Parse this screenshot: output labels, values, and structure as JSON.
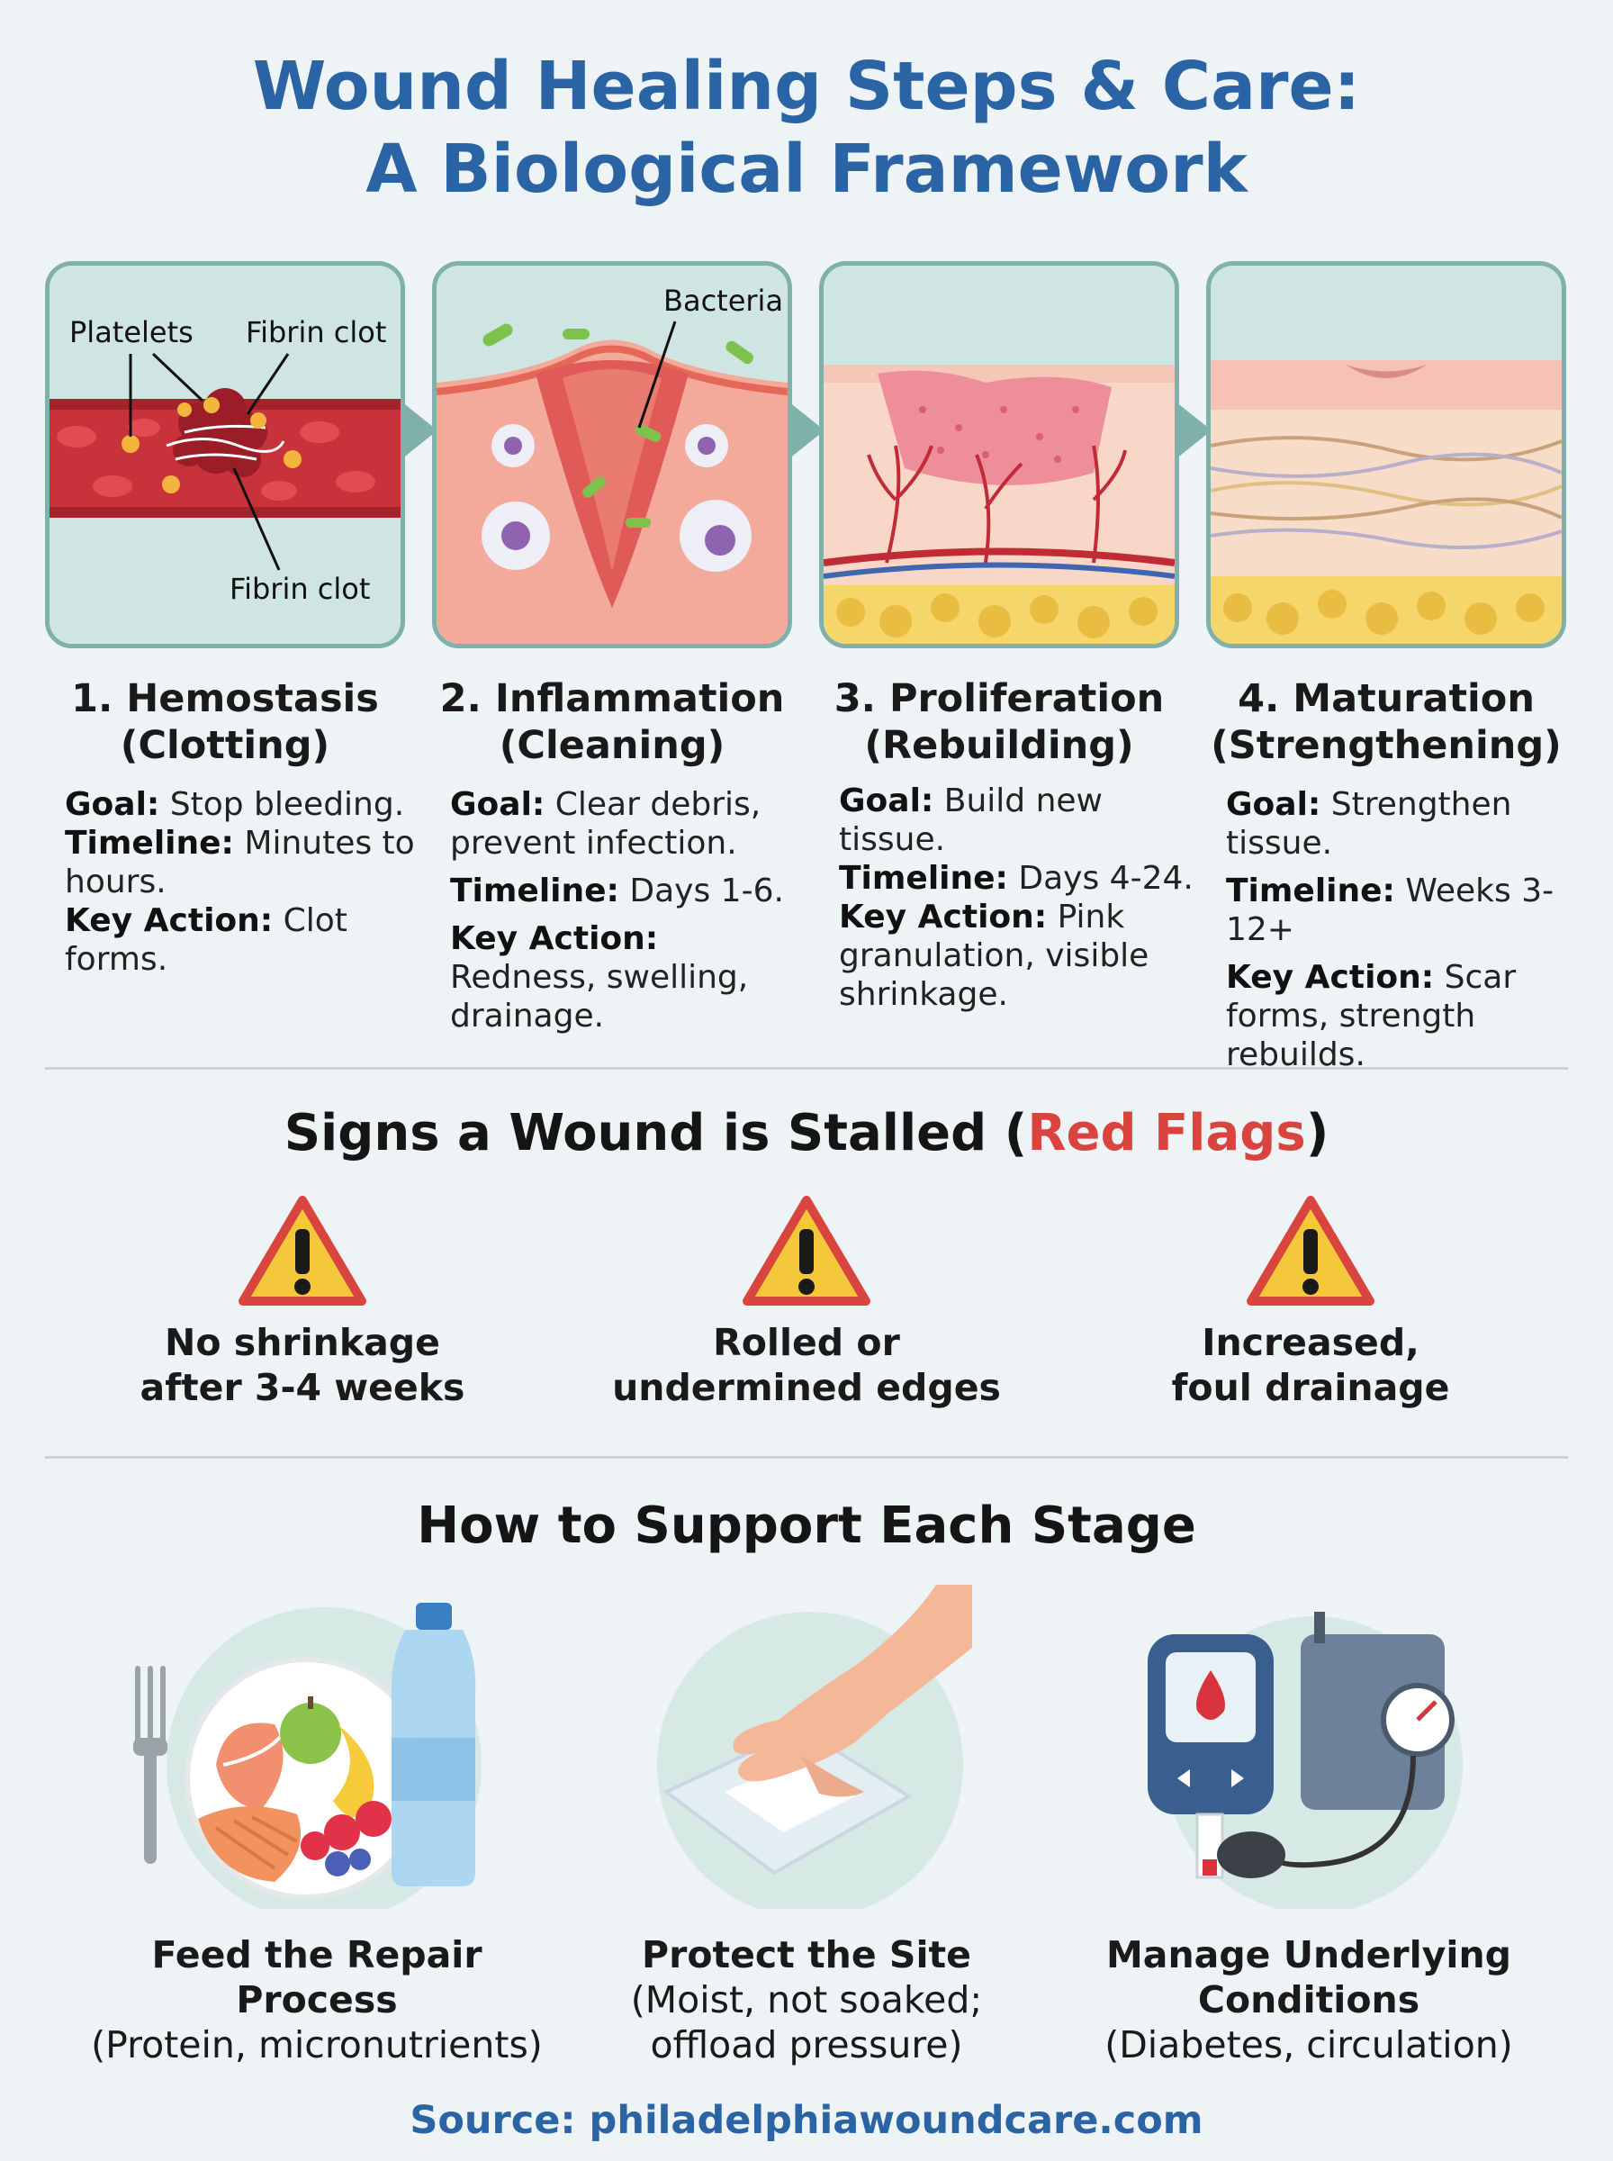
{
  "title": {
    "line1": "Wound Healing Steps & Care:",
    "line2": "A Biological Framework"
  },
  "panels": {
    "hemostasis_labels": {
      "platelets": "Platelets",
      "fibrin_top": "Fibrin clot",
      "fibrin_bottom": "Fibrin clot"
    },
    "inflammation_labels": {
      "bacteria": "Bacteria"
    }
  },
  "stages": [
    {
      "title1": "1. Hemostasis",
      "title2": "(Clotting)",
      "goal_label": "Goal:",
      "goal": " Stop bleeding.",
      "timeline_label": "Timeline:",
      "timeline": " Minutes to hours.",
      "action_label": "Key Action:",
      "action": " Clot forms."
    },
    {
      "title1": "2. Inflammation",
      "title2": "(Cleaning)",
      "goal_label": "Goal:",
      "goal": " Clear debris, prevent infection.",
      "timeline_label": "Timeline:",
      "timeline": " Days 1-6.",
      "action_label": "Key Action:",
      "action": " Redness, swelling, drainage."
    },
    {
      "title1": "3. Proliferation",
      "title2": "(Rebuilding)",
      "goal_label": "Goal:",
      "goal": " Build new tissue.",
      "timeline_label": "Timeline:",
      "timeline": " Days 4-24.",
      "action_label": "Key Action:",
      "action": " Pink granulation, visible shrinkage."
    },
    {
      "title1": "4. Maturation",
      "title2": "(Strengthening)",
      "goal_label": "Goal:",
      "goal": " Strengthen tissue.",
      "timeline_label": "Timeline:",
      "timeline": " Weeks 3-12+",
      "action_label": "Key Action:",
      "action": " Scar forms, strength rebuilds."
    }
  ],
  "red_flags": {
    "title_prefix": "Signs a Wound is Stalled (",
    "title_highlight": "Red Flags",
    "title_suffix": ")",
    "highlight_color": "#d9443f",
    "items": [
      {
        "line1": "No shrinkage",
        "line2": "after 3-4 weeks",
        "icon": "warning-icon"
      },
      {
        "line1": "Rolled or",
        "line2": "undermined edges",
        "icon": "warning-icon"
      },
      {
        "line1": "Increased,",
        "line2": "foul drainage",
        "icon": "warning-icon"
      }
    ]
  },
  "support": {
    "title": "How to Support Each Stage",
    "items": [
      {
        "title": "Feed the Repair Process",
        "desc1": "(Protein, micronutrients)",
        "desc2": ""
      },
      {
        "title": "Protect the Site",
        "desc1": "(Moist, not soaked;",
        "desc2": "offload pressure)"
      },
      {
        "title1": "Manage Underlying",
        "title2": "Conditions",
        "desc1": "(Diabetes, circulation)"
      }
    ]
  },
  "source": "Source: philadelphiawoundcare.com",
  "colors": {
    "title_blue": "#2b64a4",
    "panel_border": "#7fb0aa",
    "warning_yellow": "#f5c73a",
    "warning_red": "#d9443f"
  }
}
